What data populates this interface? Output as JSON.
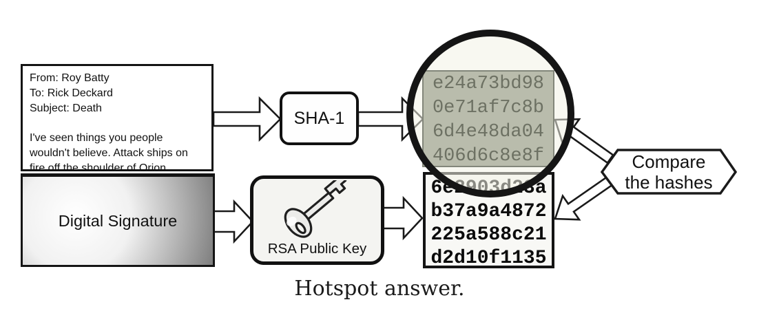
{
  "message": {
    "from_line": "From: Roy Batty",
    "to_line": "To: Rick Deckard",
    "subject_line": "Subject: Death",
    "body": "I've seen things you people wouldn't believe. Attack ships on fire off the shoulder of Orion."
  },
  "digital_signature": {
    "label": "Digital Signature"
  },
  "sha": {
    "label": "SHA-1"
  },
  "rsa": {
    "label": "RSA Public Key"
  },
  "computed_hash": {
    "lines": [
      "e24a73bd98",
      "0e71af7c8b",
      "6d4e48da04",
      "406d6c8e8f"
    ]
  },
  "decrypted_hash": {
    "lines": [
      "6e2903d23a",
      "b37a9a4872",
      "225a588c21",
      "d2d10f1135"
    ]
  },
  "compare": {
    "line1": "Compare",
    "line2": "the hashes"
  },
  "caption": "Hotspot answer.",
  "icons": {
    "magnifier": "magnifying-glass-lens",
    "key": "rsa-public-key"
  },
  "colors": {
    "outline": "#141414",
    "lens_fill": "#f2f3e5",
    "magnified_box_bg": "#b9bcac",
    "magnified_text": "#6d7163",
    "hash_text": "#0c0c0c",
    "background": "#ffffff"
  }
}
